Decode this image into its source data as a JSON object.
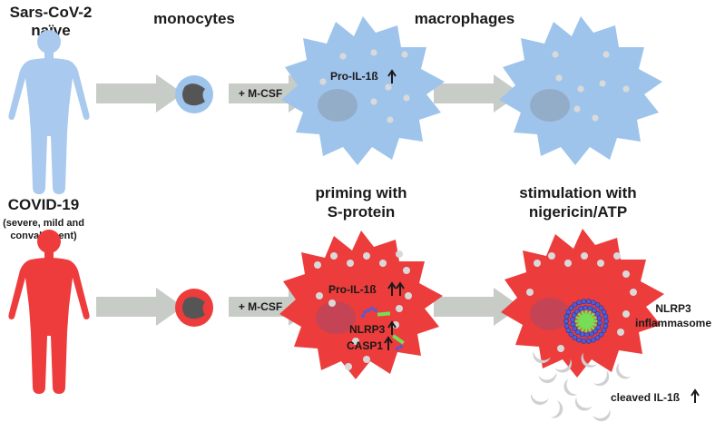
{
  "colors": {
    "naive_body": "#a9c9ee",
    "covid_body": "#ee3b3b",
    "macrophage_blue": "#9ec4ec",
    "macrophage_red": "#ec3c3c",
    "arrow_gray": "#c7ccc7",
    "granule": "#d9d9d9",
    "nucleus_dark": "#555555",
    "pro_il_green": "#77dd55",
    "asc_blue": "#4f5ed8",
    "cleaved_gray": "#cfd0cf"
  },
  "columns": {
    "monocytes": "monocytes",
    "macrophages": "macrophages",
    "priming_line1": "priming with",
    "priming_line2": "S-protein",
    "stimulation_line1": "stimulation with",
    "stimulation_line2": "nigericin/ATP"
  },
  "rows": {
    "naive": {
      "title_line1": "Sars-CoV-2",
      "title_line2": "naïve",
      "icon": "human-figure-icon"
    },
    "covid": {
      "title": "COVID-19",
      "subtitle_line1": "(severe, mild and",
      "subtitle_line2": "convalescent)",
      "icon": "human-figure-icon"
    }
  },
  "labels": {
    "mcsf": "+ M-CSF",
    "pro_il_naive": "Pro-IL-1ß",
    "pro_il_covid": "Pro-IL-1ß",
    "nlrp3": "NLRP3",
    "casp1": "CASP1",
    "inflammasome_line1": "NLRP3",
    "inflammasome_line2": "inflammasome",
    "cleaved": "cleaved IL-1ß"
  },
  "icons": {
    "up_arrow": "up-arrow-icon",
    "double_up_arrow": "double-up-arrow-icon",
    "process_arrow": "right-arrow-icon"
  }
}
